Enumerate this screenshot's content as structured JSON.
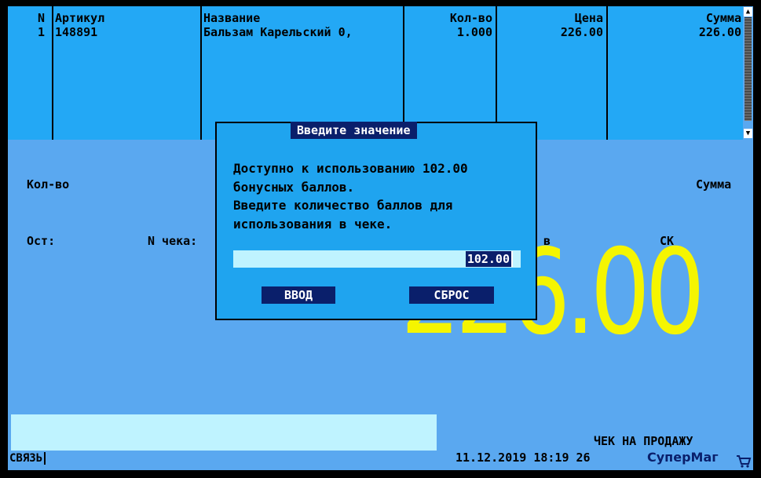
{
  "grid": {
    "headers": {
      "n": "N",
      "article": "Артикул",
      "name": "Название",
      "qty": "Кол-во",
      "price": "Цена",
      "sum": "Сумма"
    },
    "rows": [
      {
        "n": "1",
        "article": "148891",
        "name": "Бальзам Карельский 0,",
        "qty": "1.000",
        "price": "226.00",
        "sum": "226.00"
      }
    ]
  },
  "labels": {
    "qty": "Кол-во",
    "sum": "Сумма",
    "ost": "Ост:",
    "check_no": "N чека:",
    "v": "в",
    "sk": "СК"
  },
  "big_total": "226.00",
  "dialog": {
    "title": "Введите значение",
    "message_lines": [
      "Доступно к использованию 102.00",
      "бонусных баллов.",
      "Введите количество баллов для",
      "использования в чеке."
    ],
    "input_value": "102.00",
    "enter_label": "ВВОД",
    "reset_label": "СБРОС"
  },
  "status": {
    "connection": "СВЯЗЬ",
    "receipt_type": "ЧЕК НА ПРОДАЖУ",
    "datetime": "11.12.2019 18:19 26",
    "brand": "СуперМаг"
  },
  "colors": {
    "background": "#5aa8f0",
    "grid": "#23a8f5",
    "dialog": "#1fa4ef",
    "highlight": "#0a1f6b",
    "input": "#bff3ff",
    "total": "#f5f500"
  }
}
